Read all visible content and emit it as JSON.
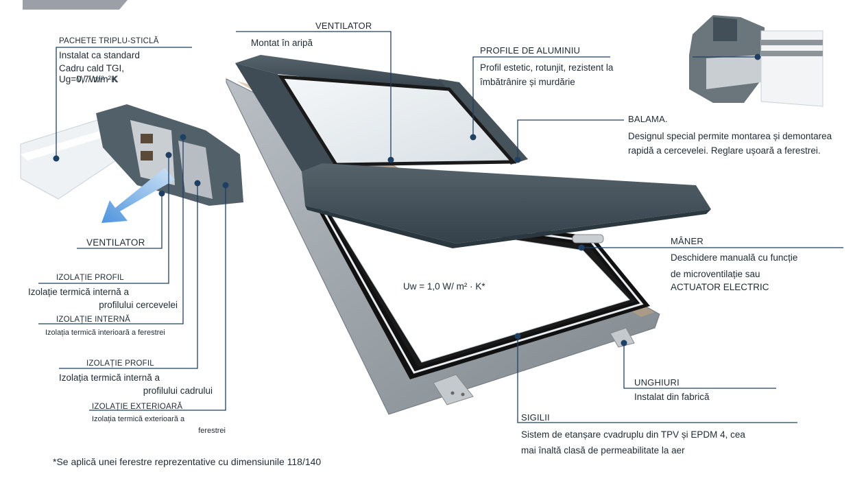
{
  "labels": {
    "triple_glass": {
      "title": "PACHETE TRIPLU-STICLĂ",
      "line1": "Instalat ca standard",
      "line2": "Cadru cald TGI,",
      "line3": "Ug=0,7W/m²K",
      "line3_overlap": "W / m² · K"
    },
    "ventilator_top": {
      "title": "VENTILATOR",
      "desc": "Montat în aripă"
    },
    "aluminium": {
      "title": "PROFILE DE ALUMINIU",
      "line1": "Profil estetic, rotunjit, rezistent la",
      "line2": "îmbătrânire și murdărie"
    },
    "hinge": {
      "title": "BALAMA.",
      "line1": "Designul special permite montarea și demontarea",
      "line2": "rapidă a cercevelei. Reglare ușoară a ferestrei."
    },
    "ventilator_left": {
      "title": "VENTILATOR"
    },
    "sash_insulation": {
      "title": "IZOLAȚIE PROFIL",
      "line1": "Izolație termică internă a",
      "line2": "profilului cercevelei"
    },
    "inner_insulation": {
      "title": "IZOLAȚIE INTERNĂ",
      "desc": "Izolația termică interioară a ferestrei"
    },
    "frame_insulation": {
      "title": "IZOLAȚIE PROFIL",
      "line1": "Izolația termică internă a",
      "line2": "profilului cadrului"
    },
    "outer_insulation": {
      "title": "IZOLAȚIE EXTERIOARĂ",
      "line1": "Izolația termică exterioară a",
      "line2": "ferestrei"
    },
    "handle": {
      "title": "MÂNER",
      "line1": "Deschidere manuală cu funcție",
      "line2": "de microventilație sau",
      "line3": "ACTUATOR ELECTRIC"
    },
    "brackets": {
      "title": "UNGHIURI",
      "desc": "Instalat din fabrică"
    },
    "seals": {
      "title": "SIGILII",
      "line1": "Sistem de etanșare cvadruplu din TPV și EPDM 4, cea",
      "line2": "mai înaltă clasă de permeabilitate la aer"
    }
  },
  "uw_value": "Uw = 1,0 W/ m² · K*",
  "footnote": "*Se aplică unei ferestre reprezentative cu dimensiunile 118/140",
  "colors": {
    "line": "#1f3f63",
    "frame_dark": "#3b4850",
    "frame_grey": "#9aa3aa",
    "arrow": "#5a9ee0",
    "seal": "#111111"
  }
}
